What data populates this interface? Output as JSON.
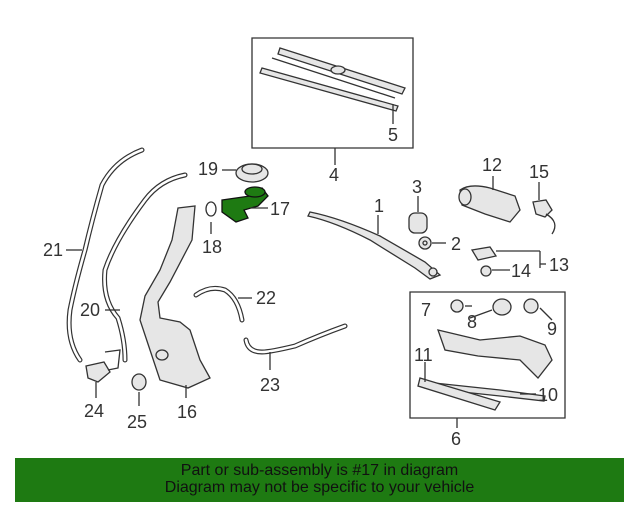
{
  "callouts": {
    "c1": "1",
    "c2": "2",
    "c4": "4",
    "c5": "5",
    "c3": "3",
    "c6": "6",
    "c7": "7",
    "c8": "8",
    "c9": "9",
    "c10": "10",
    "c11": "11",
    "c12": "12",
    "c13": "13",
    "c14": "14",
    "c15": "15",
    "c16": "16",
    "c17": "17",
    "c18": "18",
    "c19": "19",
    "c20": "20",
    "c21": "21",
    "c22": "22",
    "c23": "23",
    "c24": "24",
    "c25": "25"
  },
  "highlight_part": "17",
  "colors": {
    "highlight": "#1e7a12",
    "banner": "#1e7a12"
  },
  "banner": {
    "line1": "Part or sub-assembly is #17 in diagram",
    "line2": "Diagram may not be specific to your vehicle"
  }
}
